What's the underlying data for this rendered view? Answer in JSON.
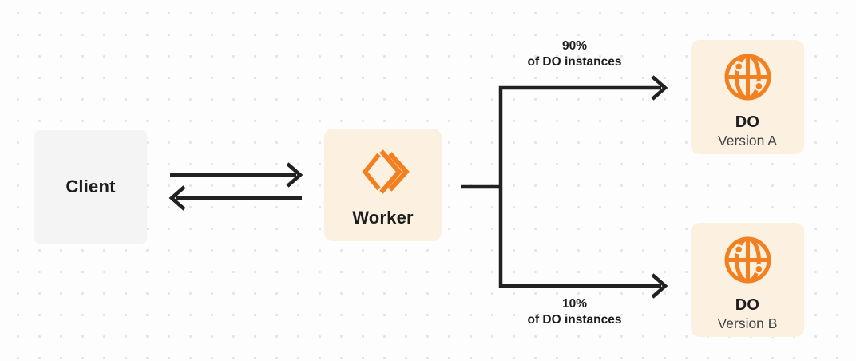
{
  "colors": {
    "background": "#FDFDFD",
    "dot_grid": "#E4E4E7",
    "client_box_bg": "#F4F4F5",
    "orange_box_bg": "#FCF1E1",
    "accent_orange": "#F28021",
    "line_dark": "#212121",
    "text_primary": "#1D1D1F",
    "text_secondary": "#3F3F46"
  },
  "nodes": {
    "client": {
      "label": "Client"
    },
    "worker": {
      "label": "Worker",
      "icon": "workers-logo-icon"
    },
    "do_version_a": {
      "title": "DO",
      "subtitle": "Version A",
      "icon": "globe-icon"
    },
    "do_version_b": {
      "title": "DO",
      "subtitle": "Version B",
      "icon": "globe-icon"
    }
  },
  "edges": {
    "client_worker": {
      "type": "bidirectional-arrows"
    },
    "split_top": {
      "percent": "90%",
      "caption": "of DO instances"
    },
    "split_bottom": {
      "percent": "10%",
      "caption": "of DO instances"
    }
  }
}
